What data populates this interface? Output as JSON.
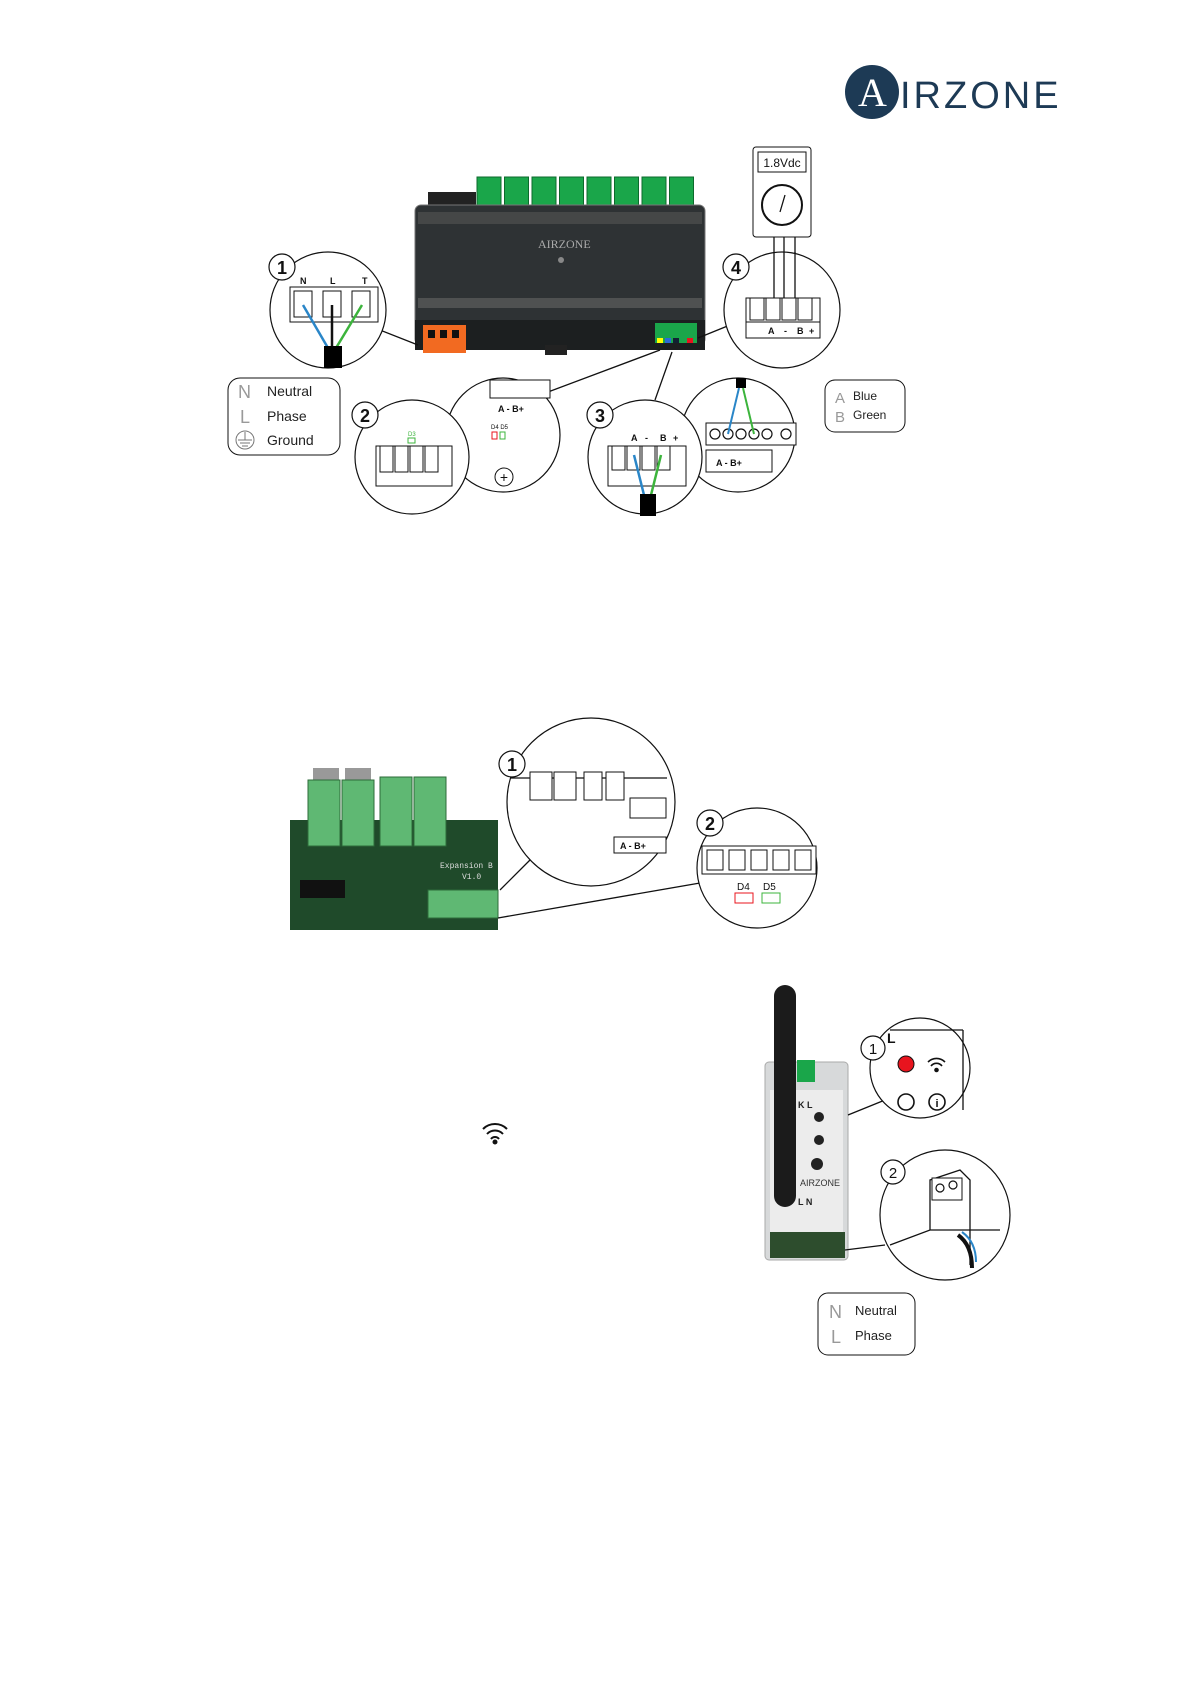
{
  "logo": {
    "text": "AIRZONE",
    "color": "#1d3a55"
  },
  "figure1": {
    "multimeter_reading": "1.8Vdc",
    "device_brand": "AIRZONE",
    "power_terminal_labels": [
      "N",
      "L",
      "T"
    ],
    "bus_labels": "A - B+",
    "bus_labels_spaced": [
      "A",
      "-",
      "B",
      "+"
    ],
    "led_d3": "D3",
    "led_d4_d5": "D4 D5",
    "callouts": [
      "1",
      "2",
      "3",
      "4"
    ],
    "legend_power": [
      {
        "symbol": "N",
        "label": "Neutral"
      },
      {
        "symbol": "L",
        "label": "Phase"
      },
      {
        "symbol": "ground-icon",
        "label": "Ground"
      }
    ],
    "legend_wires": [
      {
        "symbol": "A",
        "label": "Blue"
      },
      {
        "symbol": "B",
        "label": "Green"
      }
    ]
  },
  "figure2": {
    "board_label": "Expansion B",
    "board_version": "V1.0",
    "callouts": [
      "1",
      "2"
    ],
    "bus_labels": "A - B+",
    "led_d4": "D4",
    "led_d5": "D5"
  },
  "figure3": {
    "callouts": [
      "1",
      "2"
    ],
    "device_brand": "AIRZONE",
    "top_terminal": "K L",
    "bottom_terminal": "L N",
    "zoom_label": "L",
    "legend_power": [
      {
        "symbol": "N",
        "label": "Neutral"
      },
      {
        "symbol": "L",
        "label": "Phase"
      }
    ]
  },
  "colors": {
    "terminal_green": "#1aa64a",
    "power_orange": "#f26a21",
    "wire_blue": "#2a86c8",
    "wire_green": "#3cb43c",
    "led_red": "#e8141e"
  }
}
